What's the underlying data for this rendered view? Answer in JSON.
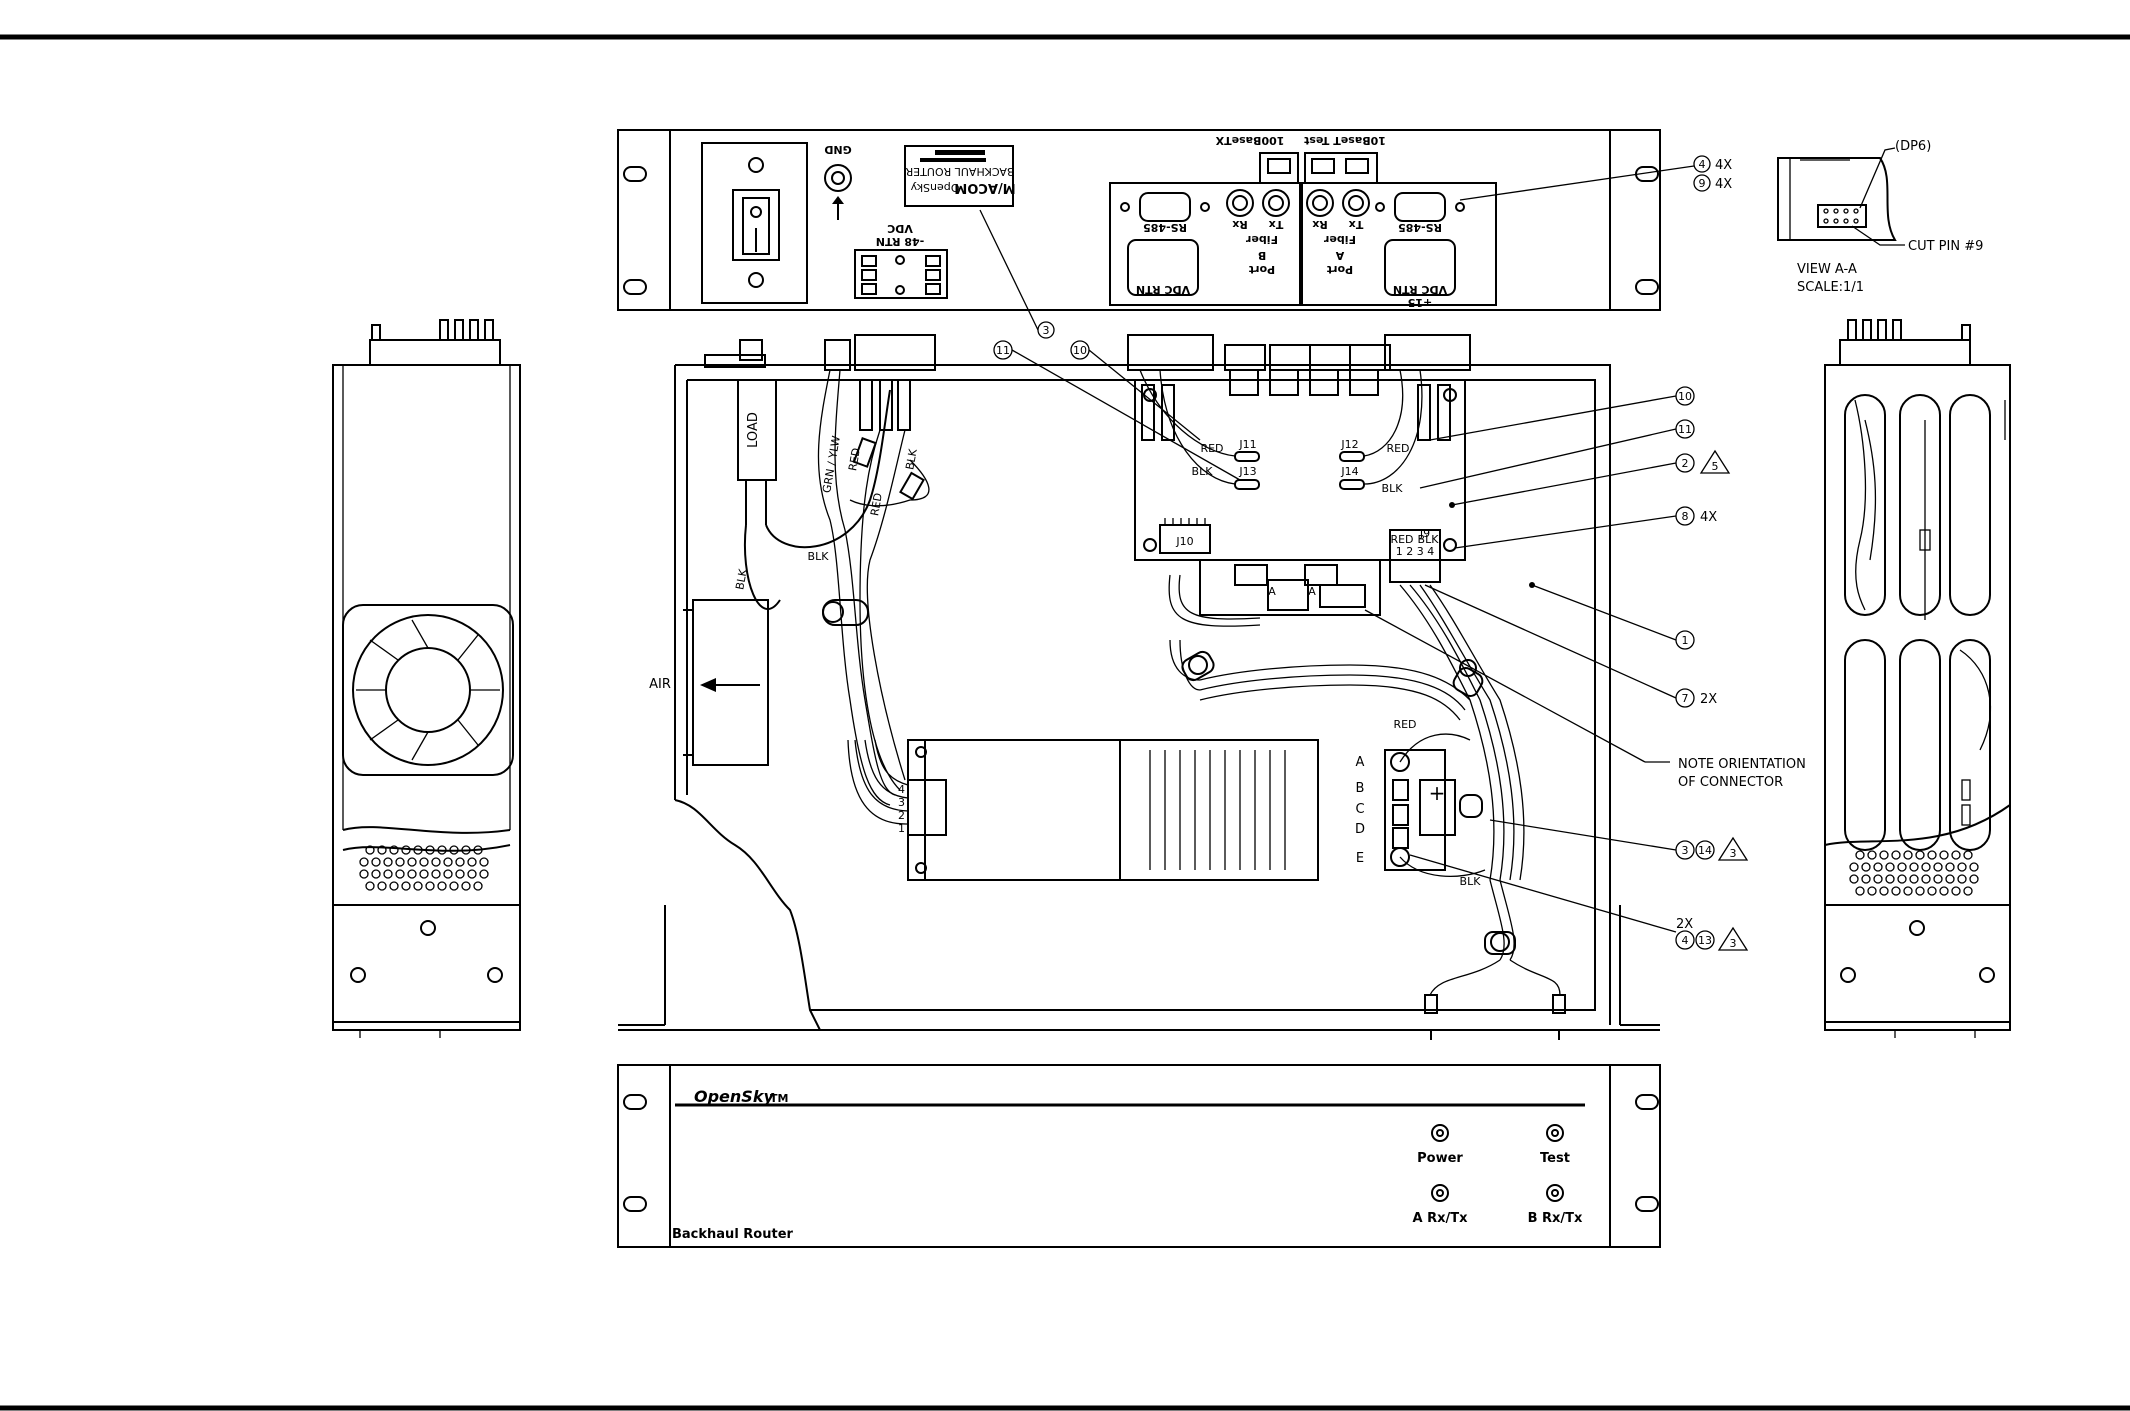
{
  "front_panel": {
    "brand": "OpenSky",
    "trademark": "TM",
    "product": "Backhaul Router",
    "leds": [
      "Power",
      "Test",
      "A Rx/Tx",
      "B Rx/Tx"
    ]
  },
  "rear_panel": {
    "gnd": "GND",
    "vdc_left": [
      "VDC",
      "-48 RTN"
    ],
    "port_b": [
      "Port",
      "B"
    ],
    "port_a": [
      "Port",
      "A"
    ],
    "vdc_rtn": [
      "VDC RTN",
      "+15"
    ],
    "fiber": "Fiber",
    "rx": "Rx",
    "tx": "Tx",
    "rs485": "RS-485",
    "eth_left": "100BaseTX",
    "eth_right": "10BaseT Test",
    "label_lines": [
      "BACKHAUL ROUTER",
      "OpenSky",
      "M/ACOM"
    ]
  },
  "internal": {
    "load": "LOAD",
    "air": "AIR",
    "wires": [
      "GRN / YLW",
      "RED",
      "BLK",
      "RED",
      "BLK",
      "RED",
      "BLK",
      "RED",
      "BLK",
      "RED",
      "BLK"
    ],
    "connectors": [
      "J10",
      "J11",
      "J12",
      "J13",
      "J14",
      "J9"
    ],
    "j9_pins": "1 2 3 4",
    "terminals": [
      "A",
      "B",
      "C",
      "D",
      "E"
    ],
    "plus": "+",
    "module_pins": [
      "1",
      "2",
      "3",
      "4"
    ]
  },
  "callouts": [
    {
      "num": "4",
      "text": "4X"
    },
    {
      "num": "9",
      "text": "4X"
    },
    {
      "num": "3",
      "text": ""
    },
    {
      "num": "11",
      "text": ""
    },
    {
      "num": "10",
      "text": ""
    },
    {
      "num": "10",
      "text": ""
    },
    {
      "num": "11",
      "text": ""
    },
    {
      "num": "2",
      "text": "",
      "flag": "5"
    },
    {
      "num": "8",
      "text": "4X"
    },
    {
      "num": "1",
      "text": ""
    },
    {
      "num": "7",
      "text": "2X"
    },
    {
      "num": "3",
      "num2": "14",
      "flag": "3"
    },
    {
      "num": "4",
      "num2": "13",
      "flag": "3",
      "prefix": "2X"
    }
  ],
  "note": [
    "NOTE ORIENTATION",
    "OF CONNECTOR"
  ],
  "view": {
    "dp": "(DP6)",
    "cut": "CUT PIN #9",
    "title": "VIEW A-A",
    "scale": "SCALE:1/1"
  }
}
